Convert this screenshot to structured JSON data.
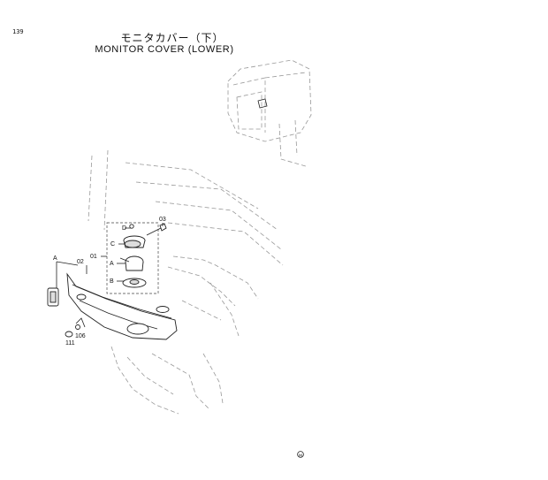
{
  "page": {
    "number": "139",
    "title_jp": "モニタカバー（下）",
    "title_en": "MONITOR COVER (LOWER)"
  },
  "callouts": {
    "p01": "01",
    "p02": "02",
    "p03": "03",
    "p106": "106",
    "p111": "111",
    "a_box": "A",
    "b_box": "B",
    "c_box": "C",
    "d_box": "D",
    "a_outer": "A"
  },
  "footer": {
    "mark": "M"
  }
}
